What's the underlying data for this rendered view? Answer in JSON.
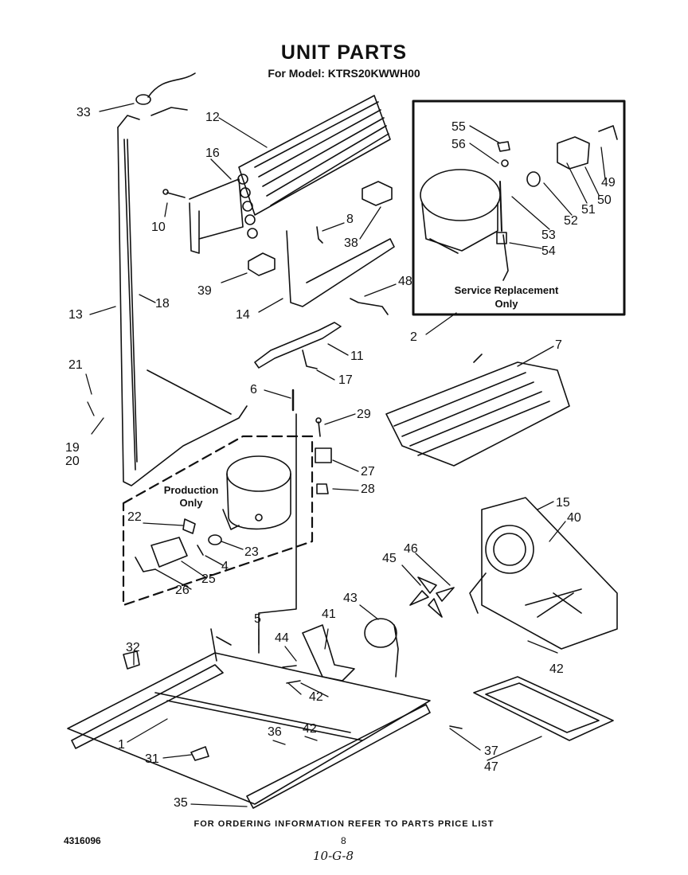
{
  "title": "UNIT PARTS",
  "subtitle": "For Model: KTRS20KWWH00",
  "boxes": {
    "service": [
      "Service Replacement",
      "Only"
    ],
    "production": [
      "Production",
      "Only"
    ]
  },
  "callouts": [
    "33",
    "12",
    "16",
    "10",
    "8",
    "38",
    "39",
    "14",
    "13",
    "18",
    "48",
    "11",
    "17",
    "21",
    "19",
    "20",
    "6",
    "29",
    "27",
    "28",
    "22",
    "23",
    "4",
    "25",
    "26",
    "15",
    "40",
    "46",
    "45",
    "43",
    "41",
    "5",
    "44",
    "42",
    "42",
    "32",
    "1",
    "36",
    "42",
    "31",
    "35",
    "37",
    "47",
    "2",
    "7",
    "55",
    "56",
    "49",
    "50",
    "51",
    "52",
    "53",
    "54"
  ],
  "footer": "FOR ORDERING INFORMATION REFER TO PARTS PRICE LIST",
  "doc_number": "4316096",
  "page_number": "8",
  "handwritten": "10-G-8"
}
